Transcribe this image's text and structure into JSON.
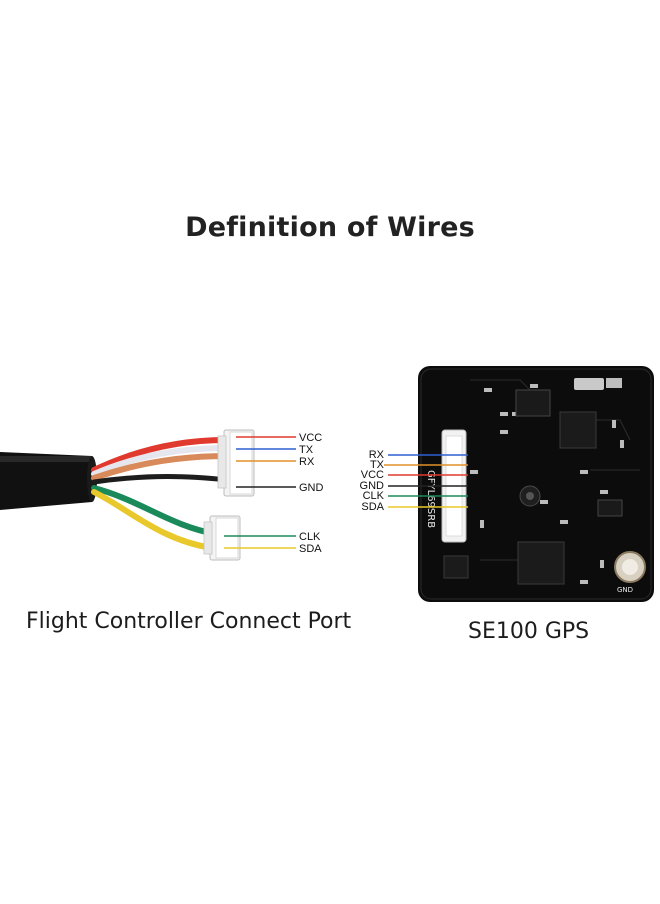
{
  "title": "Definition of Wires",
  "cable": {
    "caption": "Flight Controller Connect Port",
    "labels": [
      "VCC",
      "TX",
      "RX",
      "GND",
      "CLK",
      "SDA"
    ]
  },
  "gps": {
    "caption": "SE100 GPS",
    "labels": [
      "RX",
      "TX",
      "VCC",
      "GND",
      "CLK",
      "SDA"
    ],
    "board_text": "GFYL69SRB",
    "gnd_mark": "GND"
  },
  "colors": {
    "vcc": "#e03a2e",
    "tx": "#2f5fd0",
    "rx": "#e0902a",
    "gnd": "#222222",
    "clk": "#1a8a5a",
    "sda": "#e8c82a"
  }
}
